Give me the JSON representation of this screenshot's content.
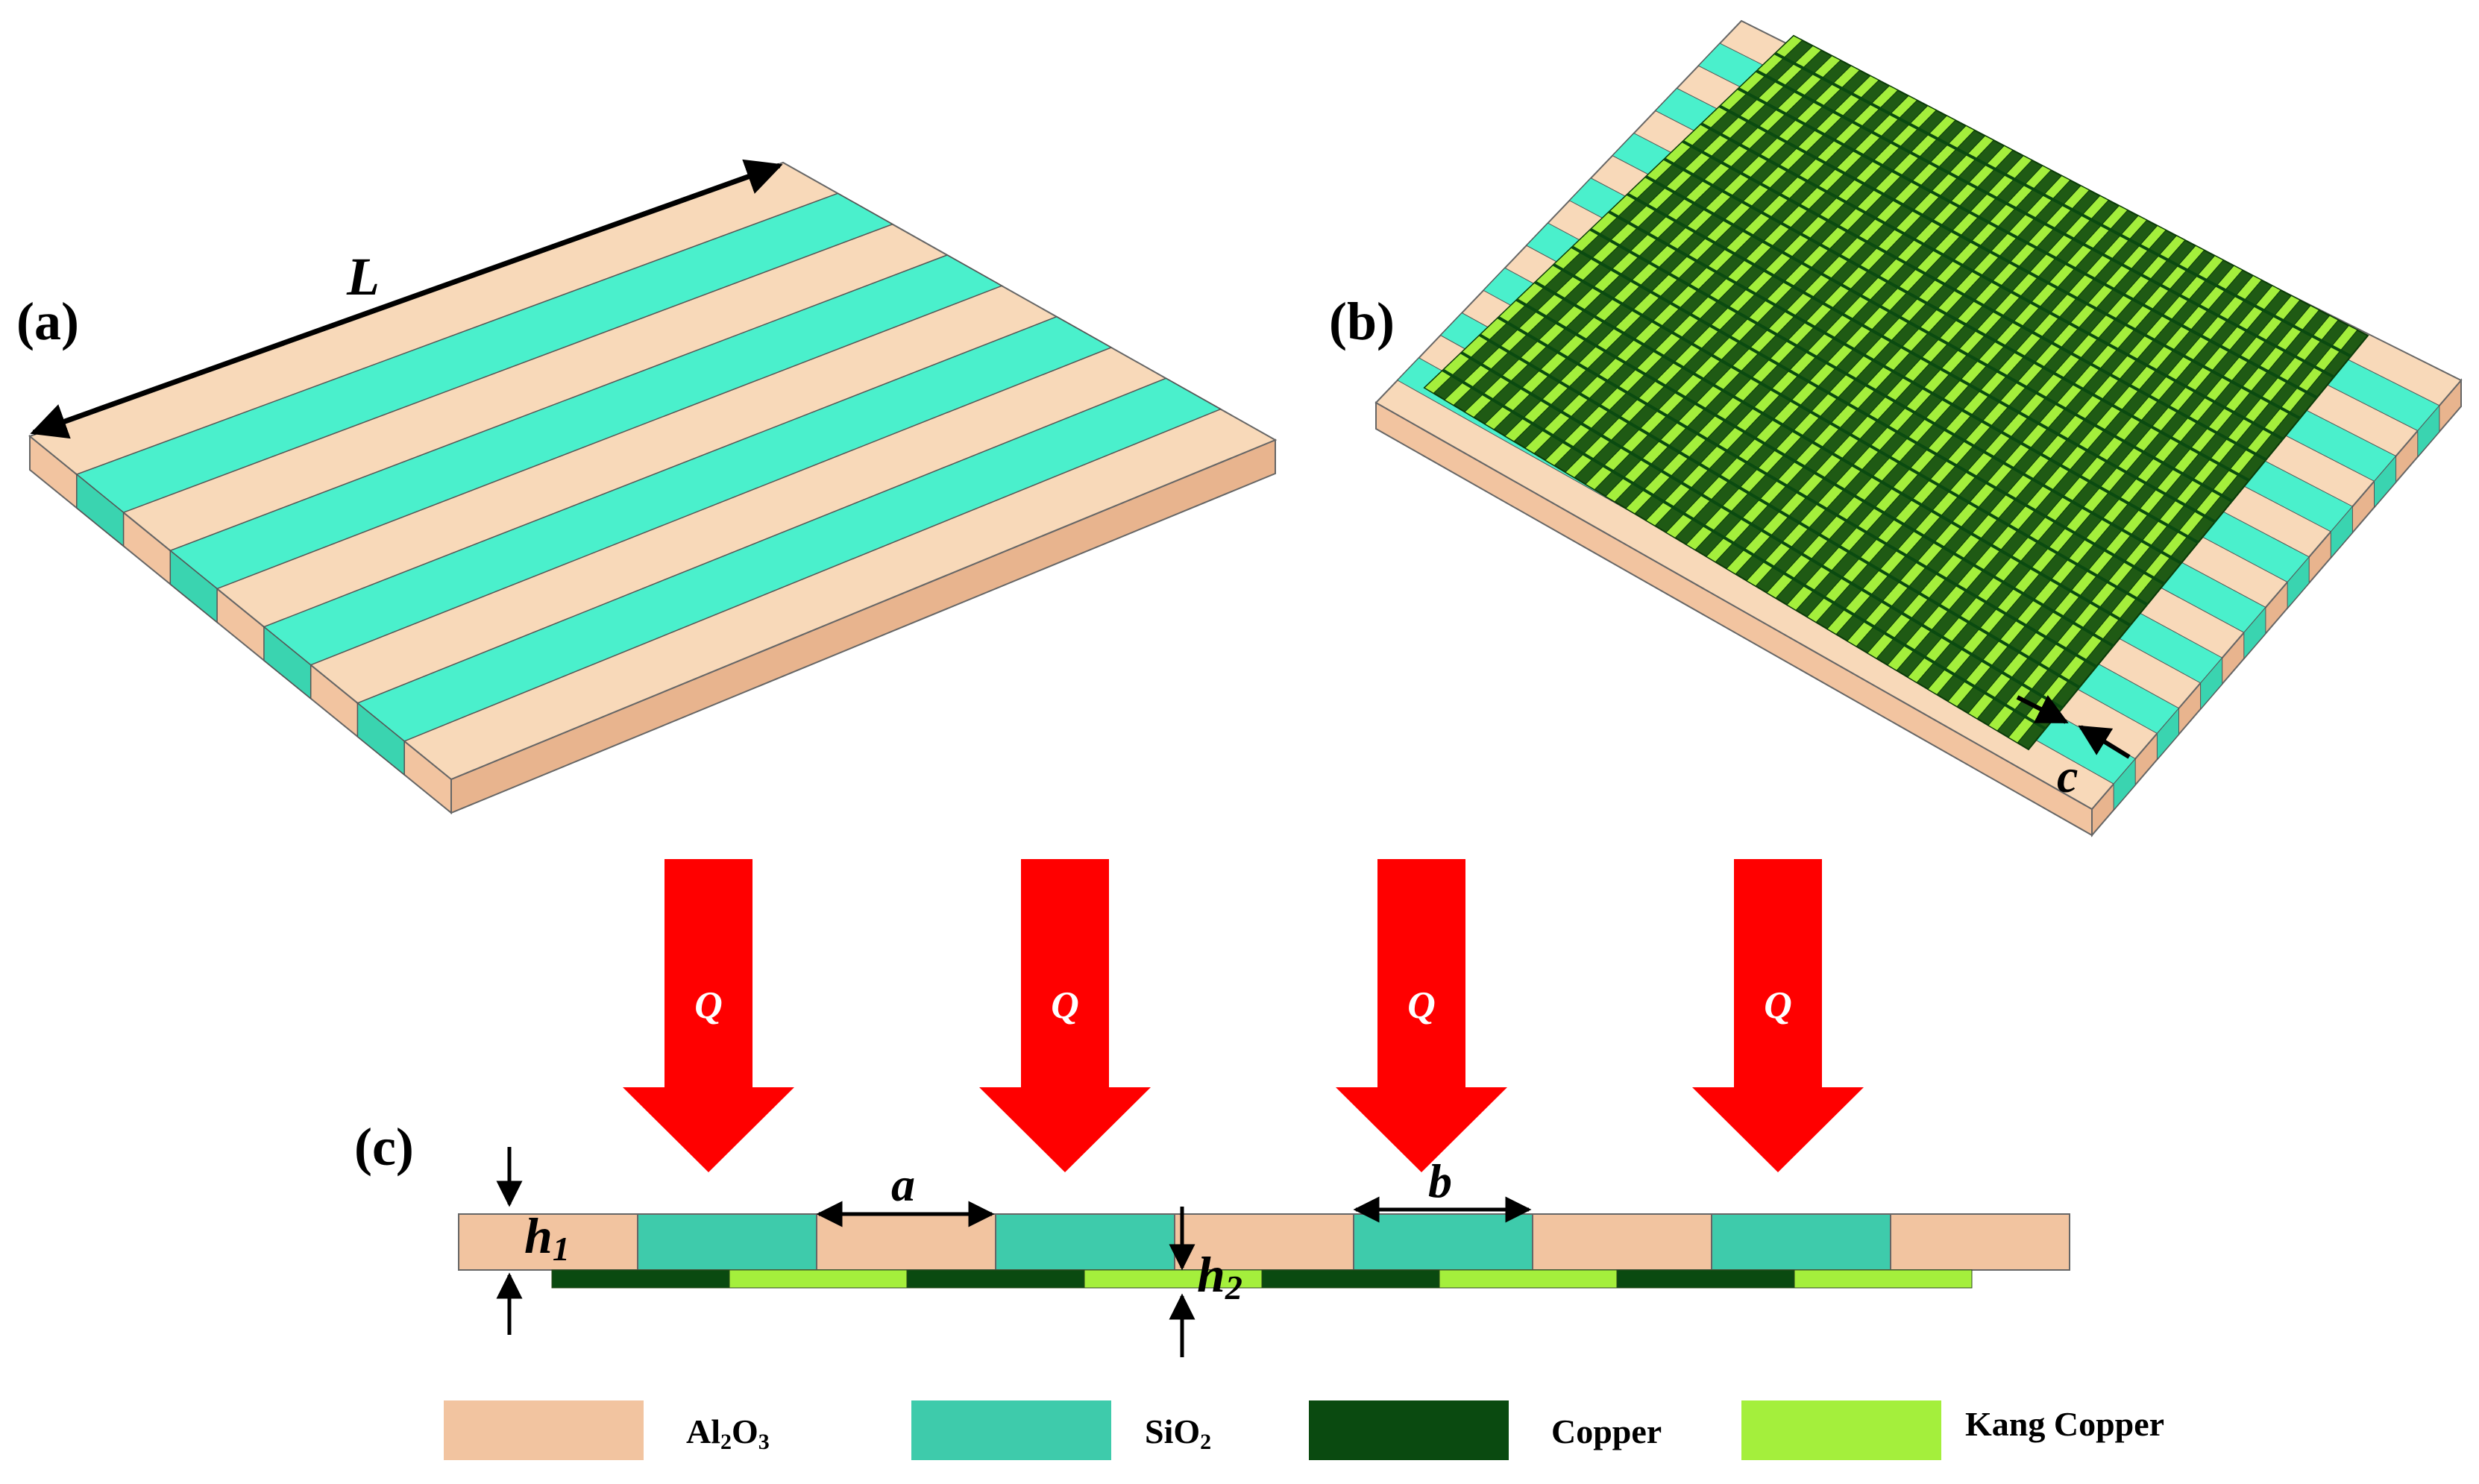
{
  "panels": {
    "a": {
      "label": "(a)",
      "dimension_label": "L"
    },
    "b": {
      "label": "(b)",
      "dimension_label": "c"
    },
    "c": {
      "label": "(c)",
      "dim_a": "a",
      "dim_b": "b",
      "dim_h1": "h",
      "dim_h1_sub": "1",
      "dim_h2": "h",
      "dim_h2_sub": "2"
    }
  },
  "heat_flux": {
    "label": "Q",
    "count": 4
  },
  "materials": {
    "al2o3": {
      "color": "#f2c4a0",
      "text_main": "Al",
      "sub1": "2",
      "text_mid": "O",
      "sub2": "3"
    },
    "sio2": {
      "color": "#3ecbab",
      "text_main": "SiO",
      "sub1": "2"
    },
    "copper": {
      "color": "#0a4a10",
      "text": "Copper"
    },
    "kang": {
      "color": "#a4ef3c",
      "text": "Kang Copper"
    }
  },
  "colors": {
    "stripe_teal": "#4af0cc",
    "stripe_side": "#3ad4b0",
    "plate_top": "#f8d9b9",
    "plate_side": "#f2c4a0",
    "arrow_red": "#ff0000"
  }
}
